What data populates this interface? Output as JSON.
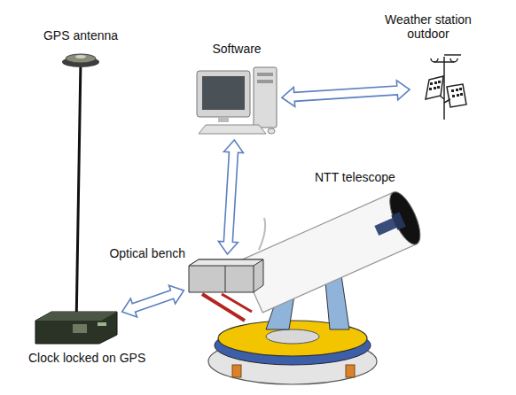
{
  "diagram": {
    "nodes": [
      {
        "text": [
          "GPS antenna"
        ]
      },
      {
        "text": [
          "Software"
        ]
      },
      {
        "text": [
          "Weather station outdoor"
        ]
      },
      {
        "text": [
          "NTT telescope"
        ]
      },
      {
        "text": [
          "Optical bench"
        ]
      },
      {
        "text": [
          "Clock locked on GPS"
        ]
      }
    ],
    "edges": [
      {
        "from": 1,
        "to": 2,
        "arrow": "both"
      },
      {
        "from": 1,
        "to": 4,
        "arrow": "both"
      },
      {
        "from": 5,
        "to": 4,
        "arrow": "both"
      },
      {
        "from": 0,
        "to": 5,
        "arrow": "none"
      }
    ]
  }
}
